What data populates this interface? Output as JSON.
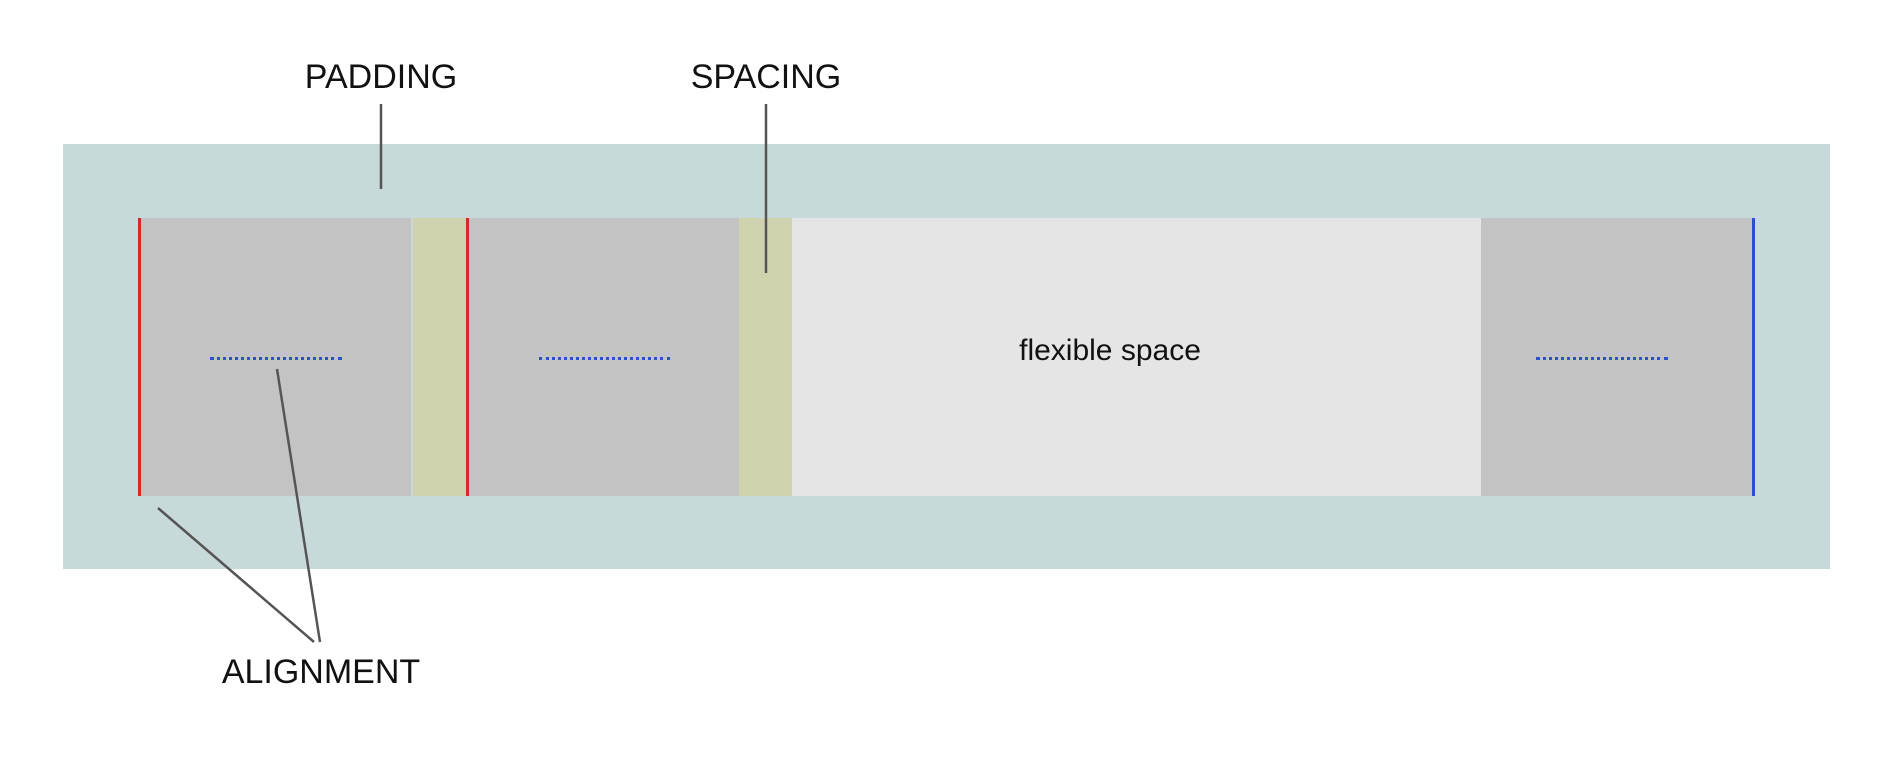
{
  "labels": {
    "padding": "PADDING",
    "spacing": "SPACING",
    "alignment": "ALIGNMENT",
    "flexible_space": "flexible space"
  },
  "colors": {
    "container": "#c8d9da",
    "item": "#c3c3c3",
    "spacing": "#d0d1ad",
    "flexible_space": "#e5e5e5",
    "alignment_start_line": "#d02a2a",
    "alignment_end_line": "#2b50c8",
    "baseline": "#2b50c8",
    "connector": "#555555"
  }
}
